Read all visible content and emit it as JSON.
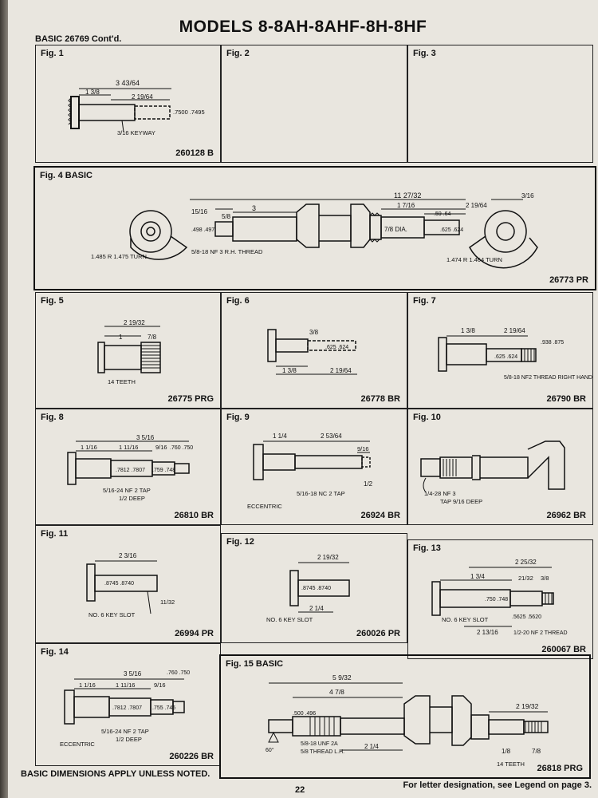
{
  "title": "MODELS 8-8AH-8AHF-8H-8HF",
  "basic_header": "BASIC 26769 Cont'd.",
  "figures": {
    "fig1": {
      "label": "Fig. 1",
      "part_no": "260128 B",
      "dims": {
        "len_overall": "3 43/64",
        "len_a": "1 3/8",
        "len_b": "2 19/64",
        "dia": ".7500 .7495",
        "keyway": "3/16 KEYWAY"
      }
    },
    "fig2": {
      "label": "Fig. 2"
    },
    "fig3": {
      "label": "Fig. 3"
    },
    "fig4": {
      "label": "Fig. 4 BASIC",
      "part_no": "26773 PR",
      "dims": {
        "overall": "11 27/32",
        "d15_16": "15/16",
        "d5_8": "5/8",
        "d3": "3",
        "d1_7_16": "1 7/16",
        "d2_19_64": "2 19/64",
        "d59": ".59 .64",
        "dia498": ".498 .497",
        "dia7_8": "7/8 DIA.",
        "dia625": ".625 .624",
        "thread": "5/8-18 NF 3 R.H. THREAD",
        "rad_left": "1.485 R 1.475 TURN",
        "rad_right": "1.474 R 1.464 TURN",
        "d3_16": "3/16"
      }
    },
    "fig5": {
      "label": "Fig. 5",
      "part_no": "26775 PRG",
      "dims": {
        "d2_19_32": "2 19/32",
        "d1": "1",
        "d7_8": "7/8",
        "teeth": "14 TEETH"
      }
    },
    "fig6": {
      "label": "Fig. 6",
      "part_no": "26778 BR",
      "dims": {
        "d3_8": "3/8",
        "dia625": ".625 .624",
        "d1_3_8": "1 3/8",
        "d2_19_64": "2 19/64"
      }
    },
    "fig7": {
      "label": "Fig. 7",
      "part_no": "26790 BR",
      "dims": {
        "d1_3_8": "1 3/8",
        "d2_19_64": "2 19/64",
        "dia938": ".938 .875",
        "dia625": ".625 .624",
        "thread": "5/8-18 NF2 THREAD RIGHT HAND"
      }
    },
    "fig8": {
      "label": "Fig. 8",
      "part_no": "26810 BR",
      "dims": {
        "d3_5_16": "3 5/16",
        "d1_1_16": "1 1/16",
        "d1_11_16": "1 11/16",
        "d9_16": "9/16",
        "dia760": ".760 .750",
        "dia7812": ".7812 .7807",
        "dia759": ".759 .748",
        "tap": "5/16-24 NF 2 TAP",
        "deep": "1/2 DEEP"
      }
    },
    "fig9": {
      "label": "Fig. 9",
      "part_no": "26924 BR",
      "dims": {
        "d1_1_4": "1 1/4",
        "d2_53_64": "2 53/64",
        "d9_16": "9/16",
        "tap": "5/16-18 NC 2 TAP",
        "d1_2": "1/2",
        "eccentric": "ECCENTRIC"
      }
    },
    "fig10": {
      "label": "Fig. 10",
      "part_no": "26962 BR",
      "dims": {
        "tap": "1/4-28 NF 3",
        "deep": "TAP 9/16 DEEP"
      }
    },
    "fig11": {
      "label": "Fig. 11",
      "part_no": "26994 PR",
      "dims": {
        "d2_3_16": "2 3/16",
        "dia8745": ".8745 .8740",
        "key": "NO. 6 KEY SLOT",
        "d11_32": "11/32"
      }
    },
    "fig12": {
      "label": "Fig. 12",
      "part_no": "260026 PR",
      "dims": {
        "d2_19_32": "2 19/32",
        "dia8745": ".8745 .8740",
        "d2_1_4": "2 1/4",
        "key": "NO. 6 KEY SLOT"
      }
    },
    "fig13": {
      "label": "Fig. 13",
      "part_no": "260067 BR",
      "dims": {
        "d2_25_32": "2 25/32",
        "d1_3_4": "1 3/4",
        "d21_32": "21/32",
        "d3_8": "3/8",
        "dia750": ".750 .748",
        "key": "NO. 6 KEY SLOT",
        "dia5625": ".5625 .5620",
        "d2_13_16": "2 13/16",
        "thread": "1/2-20 NF 2 THREAD"
      }
    },
    "fig14": {
      "label": "Fig. 14",
      "part_no": "260226 BR",
      "dims": {
        "d3_5_16": "3 5/16",
        "d1_1_16": "1 1/16",
        "d1_11_16": "1 11/16",
        "d9_16": "9/16",
        "dia760": ".760 .750",
        "dia7812": ".7812 .7807",
        "dia755": ".755 .745",
        "tap": "5/16-24 NF 2 TAP",
        "deep": "1/2 DEEP",
        "eccentric": "ECCENTRIC"
      }
    },
    "fig15": {
      "label": "Fig. 15 BASIC",
      "part_no": "26818 PRG",
      "dims": {
        "d5_9_32": "5 9/32",
        "d4_7_8": "4 7/8",
        "d2_19_32": "2 19/32",
        "dia500": ".500 .496",
        "d60": "60°",
        "thread": "5/8-18 UNF 2A",
        "thread2": "5/8 THREAD L.H.",
        "d2_1_4": "2 1/4",
        "d1_8": "1/8",
        "d7_8": "7/8",
        "teeth": "14 TEETH"
      }
    }
  },
  "footer": {
    "note": "BASIC DIMENSIONS APPLY UNLESS NOTED.",
    "page": "22",
    "legend": "For letter designation, see Legend on page 3."
  }
}
